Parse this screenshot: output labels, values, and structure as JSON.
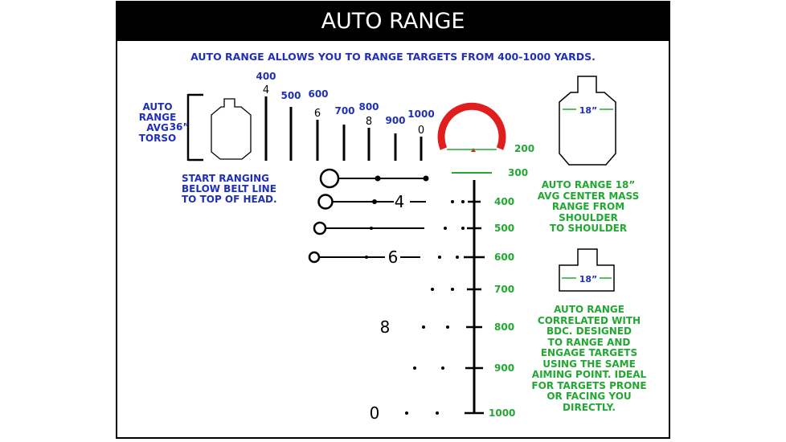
{
  "title": "AUTO RANGE",
  "subtitle": "AUTO RANGE ALLOWS YOU TO RANGE TARGETS FROM 400-1000 YARDS.",
  "torso_label": [
    "AUTO",
    "RANGE",
    "AVG",
    "TORSO"
  ],
  "torso_height": "36”",
  "start_ranging": [
    "START RANGING",
    "BELOW BELT LINE",
    "TO TOP OF HEAD."
  ],
  "stadia": [
    {
      "yards": "400",
      "mark": "4"
    },
    {
      "yards": "500",
      "mark": ""
    },
    {
      "yards": "600",
      "mark": "6"
    },
    {
      "yards": "700",
      "mark": ""
    },
    {
      "yards": "800",
      "mark": "8"
    },
    {
      "yards": "900",
      "mark": ""
    },
    {
      "yards": "1000",
      "mark": "0"
    }
  ],
  "reticle_marks": {
    "ring_200": "200",
    "ring_300": "300"
  },
  "bdc_yards": [
    "400",
    "500",
    "600",
    "700",
    "800",
    "900",
    "1000"
  ],
  "reticle_numbers": [
    "4",
    "6",
    "8",
    "0"
  ],
  "center_mass_width": "18”",
  "center_mass_text": [
    "AUTO RANGE 18”",
    "AVG CENTER MASS",
    "RANGE FROM",
    "SHOULDER",
    "TO SHOULDER"
  ],
  "shoulder_width": "18”",
  "bdc_text": [
    "AUTO RANGE",
    "CORRELATED WITH",
    "BDC. DESIGNED",
    "TO RANGE AND",
    "ENGAGE TARGETS",
    "USING THE SAME",
    "AIMING POINT. IDEAL",
    "FOR TARGETS PRONE",
    "OR FACING YOU",
    "DIRECTLY."
  ],
  "colors": {
    "blue": "#1f2fb8",
    "green": "#22a832",
    "red": "#e01e1e",
    "black": "#000000"
  }
}
